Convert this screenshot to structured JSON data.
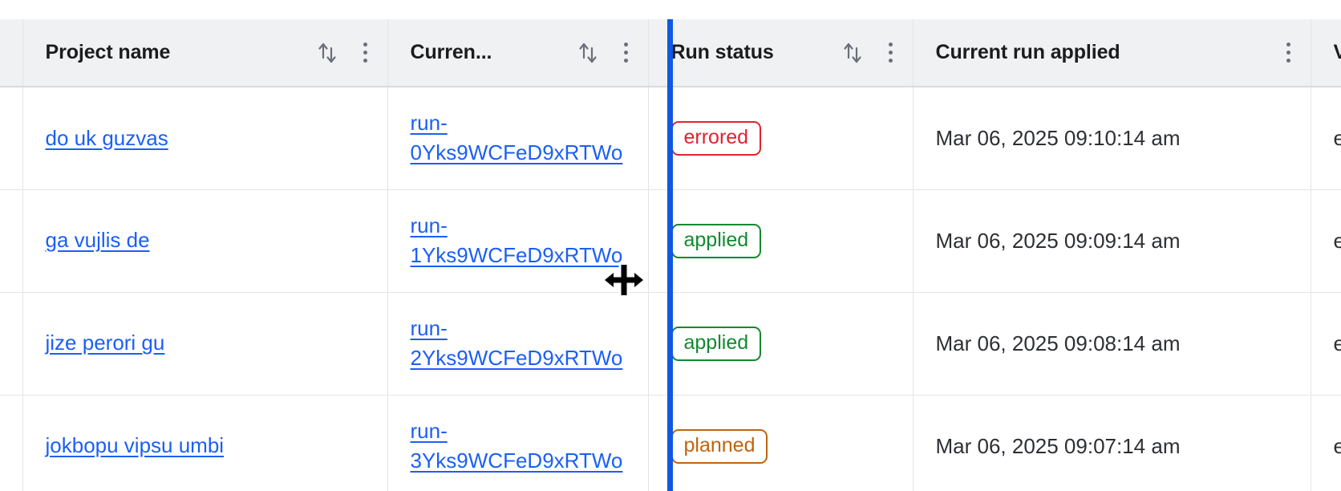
{
  "table": {
    "columns": [
      {
        "key": "gutter",
        "label": "",
        "sortable": false,
        "has_menu": false,
        "icon": ""
      },
      {
        "key": "project",
        "label": "Project name",
        "sortable": true,
        "has_menu": true,
        "icon": "sort-icon"
      },
      {
        "key": "run",
        "label": "Curren...",
        "sortable": true,
        "has_menu": true,
        "icon": "sort-icon"
      },
      {
        "key": "status",
        "label": "Run status",
        "sortable": true,
        "has_menu": true,
        "icon": "sort-icon"
      },
      {
        "key": "applied",
        "label": "Current run applied",
        "sortable": false,
        "has_menu": true,
        "icon": "kebab-icon"
      },
      {
        "key": "last",
        "label": "V",
        "sortable": false,
        "has_menu": false,
        "icon": ""
      }
    ],
    "rows": [
      {
        "project": "do uk guzvas",
        "run": "run-0Yks9WCFeD9xRTWo",
        "status": "errored",
        "status_kind": "errored",
        "applied": "Mar 06, 2025 09:10:14 am",
        "last": "e"
      },
      {
        "project": "ga vujlis de",
        "run": "run-1Yks9WCFeD9xRTWo",
        "status": "applied",
        "status_kind": "applied",
        "applied": "Mar 06, 2025 09:09:14 am",
        "last": "e"
      },
      {
        "project": "jize perori gu",
        "run": "run-2Yks9WCFeD9xRTWo",
        "status": "applied",
        "status_kind": "applied",
        "applied": "Mar 06, 2025 09:08:14 am",
        "last": "e"
      },
      {
        "project": "jokbopu vipsu umbi",
        "run": "run-3Yks9WCFeD9xRTWo",
        "status": "planned",
        "status_kind": "planned",
        "applied": "Mar 06, 2025 09:07:14 am",
        "last": "e"
      }
    ]
  },
  "interaction": {
    "resize_indicator": "column-resize-line",
    "cursor": "col-resize"
  },
  "colors": {
    "link": "#1b5ff5",
    "resize_line": "#1059e0",
    "header_bg": "#f0f1f3",
    "errored": "#e0232e",
    "applied": "#12892f",
    "planned": "#bf640d"
  }
}
